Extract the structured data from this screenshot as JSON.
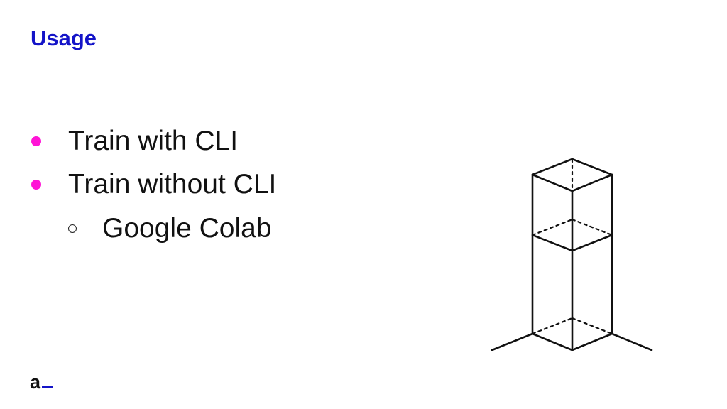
{
  "slide": {
    "title": "Usage",
    "bullets": [
      {
        "text": "Train with CLI",
        "level": 1
      },
      {
        "text": "Train without CLI",
        "level": 1
      },
      {
        "text": "Google Colab",
        "level": 2
      }
    ],
    "logo": {
      "letter": "a",
      "icon": "brand-logo-icon"
    },
    "illustration": {
      "icon": "wireframe-prism-icon"
    }
  },
  "colors": {
    "title": "#1414c8",
    "bullet_primary": "#ff14d6",
    "text": "#111111",
    "logo_accent": "#1414c8",
    "line": "#111111",
    "background": "#ffffff"
  }
}
